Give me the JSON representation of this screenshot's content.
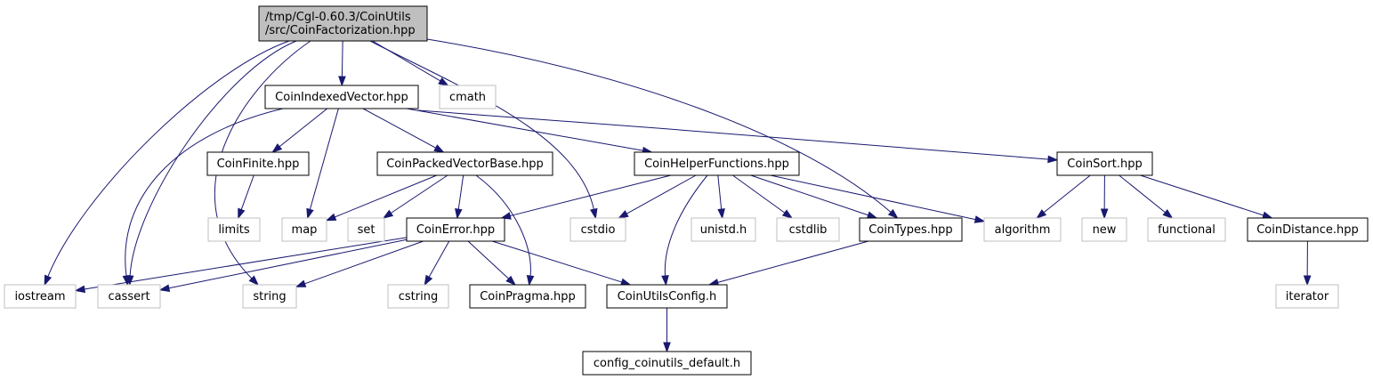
{
  "colors": {
    "edge": "#191970",
    "root_fill": "#bfbfbf",
    "root_stroke": "#000000",
    "documented_stroke": "#000000",
    "external_stroke": "#bfbfbf",
    "node_fill": "#ffffff"
  },
  "nodes": [
    {
      "id": "root",
      "kind": "root",
      "lines": [
        "/tmp/Cgl-0.60.3/CoinUtils",
        "/src/CoinFactorization.hpp"
      ]
    },
    {
      "id": "CoinIndexedVector",
      "kind": "documented",
      "lines": [
        "CoinIndexedVector.hpp"
      ]
    },
    {
      "id": "cmath",
      "kind": "external",
      "lines": [
        "cmath"
      ]
    },
    {
      "id": "CoinFinite",
      "kind": "documented",
      "lines": [
        "CoinFinite.hpp"
      ]
    },
    {
      "id": "CoinPackedVectorBase",
      "kind": "documented",
      "lines": [
        "CoinPackedVectorBase.hpp"
      ]
    },
    {
      "id": "CoinHelperFunctions",
      "kind": "documented",
      "lines": [
        "CoinHelperFunctions.hpp"
      ]
    },
    {
      "id": "CoinSort",
      "kind": "documented",
      "lines": [
        "CoinSort.hpp"
      ]
    },
    {
      "id": "limits",
      "kind": "external",
      "lines": [
        "limits"
      ]
    },
    {
      "id": "map",
      "kind": "external",
      "lines": [
        "map"
      ]
    },
    {
      "id": "set",
      "kind": "external",
      "lines": [
        "set"
      ]
    },
    {
      "id": "CoinError",
      "kind": "documented",
      "lines": [
        "CoinError.hpp"
      ]
    },
    {
      "id": "cstdio",
      "kind": "external",
      "lines": [
        "cstdio"
      ]
    },
    {
      "id": "unistd",
      "kind": "external",
      "lines": [
        "unistd.h"
      ]
    },
    {
      "id": "cstdlib",
      "kind": "external",
      "lines": [
        "cstdlib"
      ]
    },
    {
      "id": "CoinTypes",
      "kind": "documented",
      "lines": [
        "CoinTypes.hpp"
      ]
    },
    {
      "id": "algorithm",
      "kind": "external",
      "lines": [
        "algorithm"
      ]
    },
    {
      "id": "new",
      "kind": "external",
      "lines": [
        "new"
      ]
    },
    {
      "id": "functional",
      "kind": "external",
      "lines": [
        "functional"
      ]
    },
    {
      "id": "CoinDistance",
      "kind": "documented",
      "lines": [
        "CoinDistance.hpp"
      ]
    },
    {
      "id": "iostream",
      "kind": "external",
      "lines": [
        "iostream"
      ]
    },
    {
      "id": "cassert",
      "kind": "external",
      "lines": [
        "cassert"
      ]
    },
    {
      "id": "string",
      "kind": "external",
      "lines": [
        "string"
      ]
    },
    {
      "id": "cstring",
      "kind": "external",
      "lines": [
        "cstring"
      ]
    },
    {
      "id": "CoinPragma",
      "kind": "documented",
      "lines": [
        "CoinPragma.hpp"
      ]
    },
    {
      "id": "CoinUtilsConfig",
      "kind": "documented",
      "lines": [
        "CoinUtilsConfig.h"
      ]
    },
    {
      "id": "iterator",
      "kind": "external",
      "lines": [
        "iterator"
      ]
    },
    {
      "id": "config_coinutils_default",
      "kind": "documented",
      "lines": [
        "config_coinutils_default.h"
      ]
    }
  ],
  "edges": [
    [
      "root",
      "CoinIndexedVector"
    ],
    [
      "root",
      "cmath"
    ],
    [
      "root",
      "cstdio"
    ],
    [
      "root",
      "CoinTypes"
    ],
    [
      "root",
      "iostream"
    ],
    [
      "root",
      "cassert"
    ],
    [
      "root",
      "string"
    ],
    [
      "CoinIndexedVector",
      "CoinFinite"
    ],
    [
      "CoinIndexedVector",
      "CoinPackedVectorBase"
    ],
    [
      "CoinIndexedVector",
      "CoinHelperFunctions"
    ],
    [
      "CoinIndexedVector",
      "CoinSort"
    ],
    [
      "CoinIndexedVector",
      "map"
    ],
    [
      "CoinIndexedVector",
      "cassert"
    ],
    [
      "CoinFinite",
      "limits"
    ],
    [
      "CoinPackedVectorBase",
      "map"
    ],
    [
      "CoinPackedVectorBase",
      "set"
    ],
    [
      "CoinPackedVectorBase",
      "CoinError"
    ],
    [
      "CoinPackedVectorBase",
      "CoinPragma"
    ],
    [
      "CoinHelperFunctions",
      "CoinError"
    ],
    [
      "CoinHelperFunctions",
      "cstdio"
    ],
    [
      "CoinHelperFunctions",
      "unistd"
    ],
    [
      "CoinHelperFunctions",
      "cstdlib"
    ],
    [
      "CoinHelperFunctions",
      "CoinTypes"
    ],
    [
      "CoinHelperFunctions",
      "algorithm"
    ],
    [
      "CoinHelperFunctions",
      "CoinUtilsConfig"
    ],
    [
      "CoinSort",
      "algorithm"
    ],
    [
      "CoinSort",
      "new"
    ],
    [
      "CoinSort",
      "functional"
    ],
    [
      "CoinSort",
      "CoinDistance"
    ],
    [
      "CoinError",
      "iostream"
    ],
    [
      "CoinError",
      "cassert"
    ],
    [
      "CoinError",
      "string"
    ],
    [
      "CoinError",
      "cstring"
    ],
    [
      "CoinError",
      "CoinPragma"
    ],
    [
      "CoinError",
      "CoinUtilsConfig"
    ],
    [
      "CoinTypes",
      "CoinUtilsConfig"
    ],
    [
      "CoinDistance",
      "iterator"
    ],
    [
      "CoinUtilsConfig",
      "config_coinutils_default"
    ]
  ]
}
